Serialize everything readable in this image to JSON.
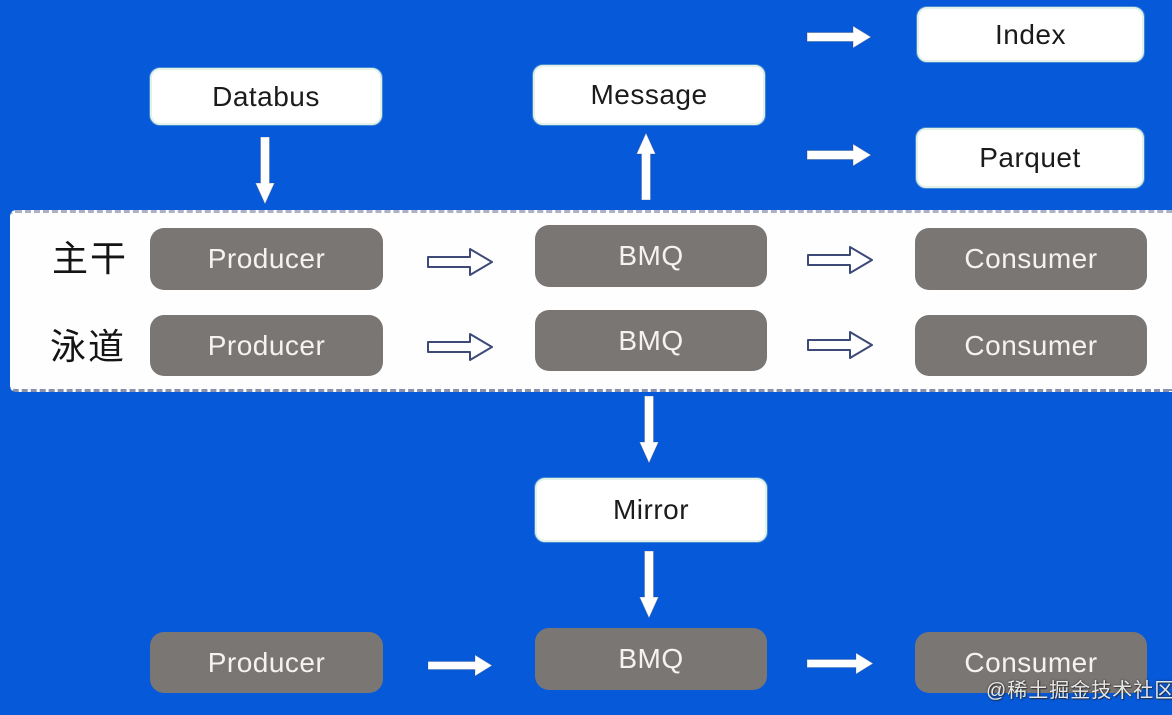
{
  "diagram": {
    "top_nodes": {
      "databus": "Databus",
      "message": "Message",
      "index": "Index",
      "parquet": "Parquet"
    },
    "band": {
      "lanes": [
        {
          "label": "主干",
          "producer": "Producer",
          "bmq": "BMQ",
          "consumer": "Consumer"
        },
        {
          "label": "泳道",
          "producer": "Producer",
          "bmq": "BMQ",
          "consumer": "Consumer"
        }
      ]
    },
    "mirror": {
      "label": "Mirror"
    },
    "bottom_row": {
      "producer": "Producer",
      "bmq": "BMQ",
      "consumer": "Consumer"
    },
    "watermark": "@稀土掘金技术社区",
    "colors": {
      "background": "#0659d9",
      "gray_node": "#7a7674",
      "white_node": "#ffffff",
      "outlined_arrow_stroke": "#3d4a77",
      "band_dash": "#46548233"
    }
  }
}
